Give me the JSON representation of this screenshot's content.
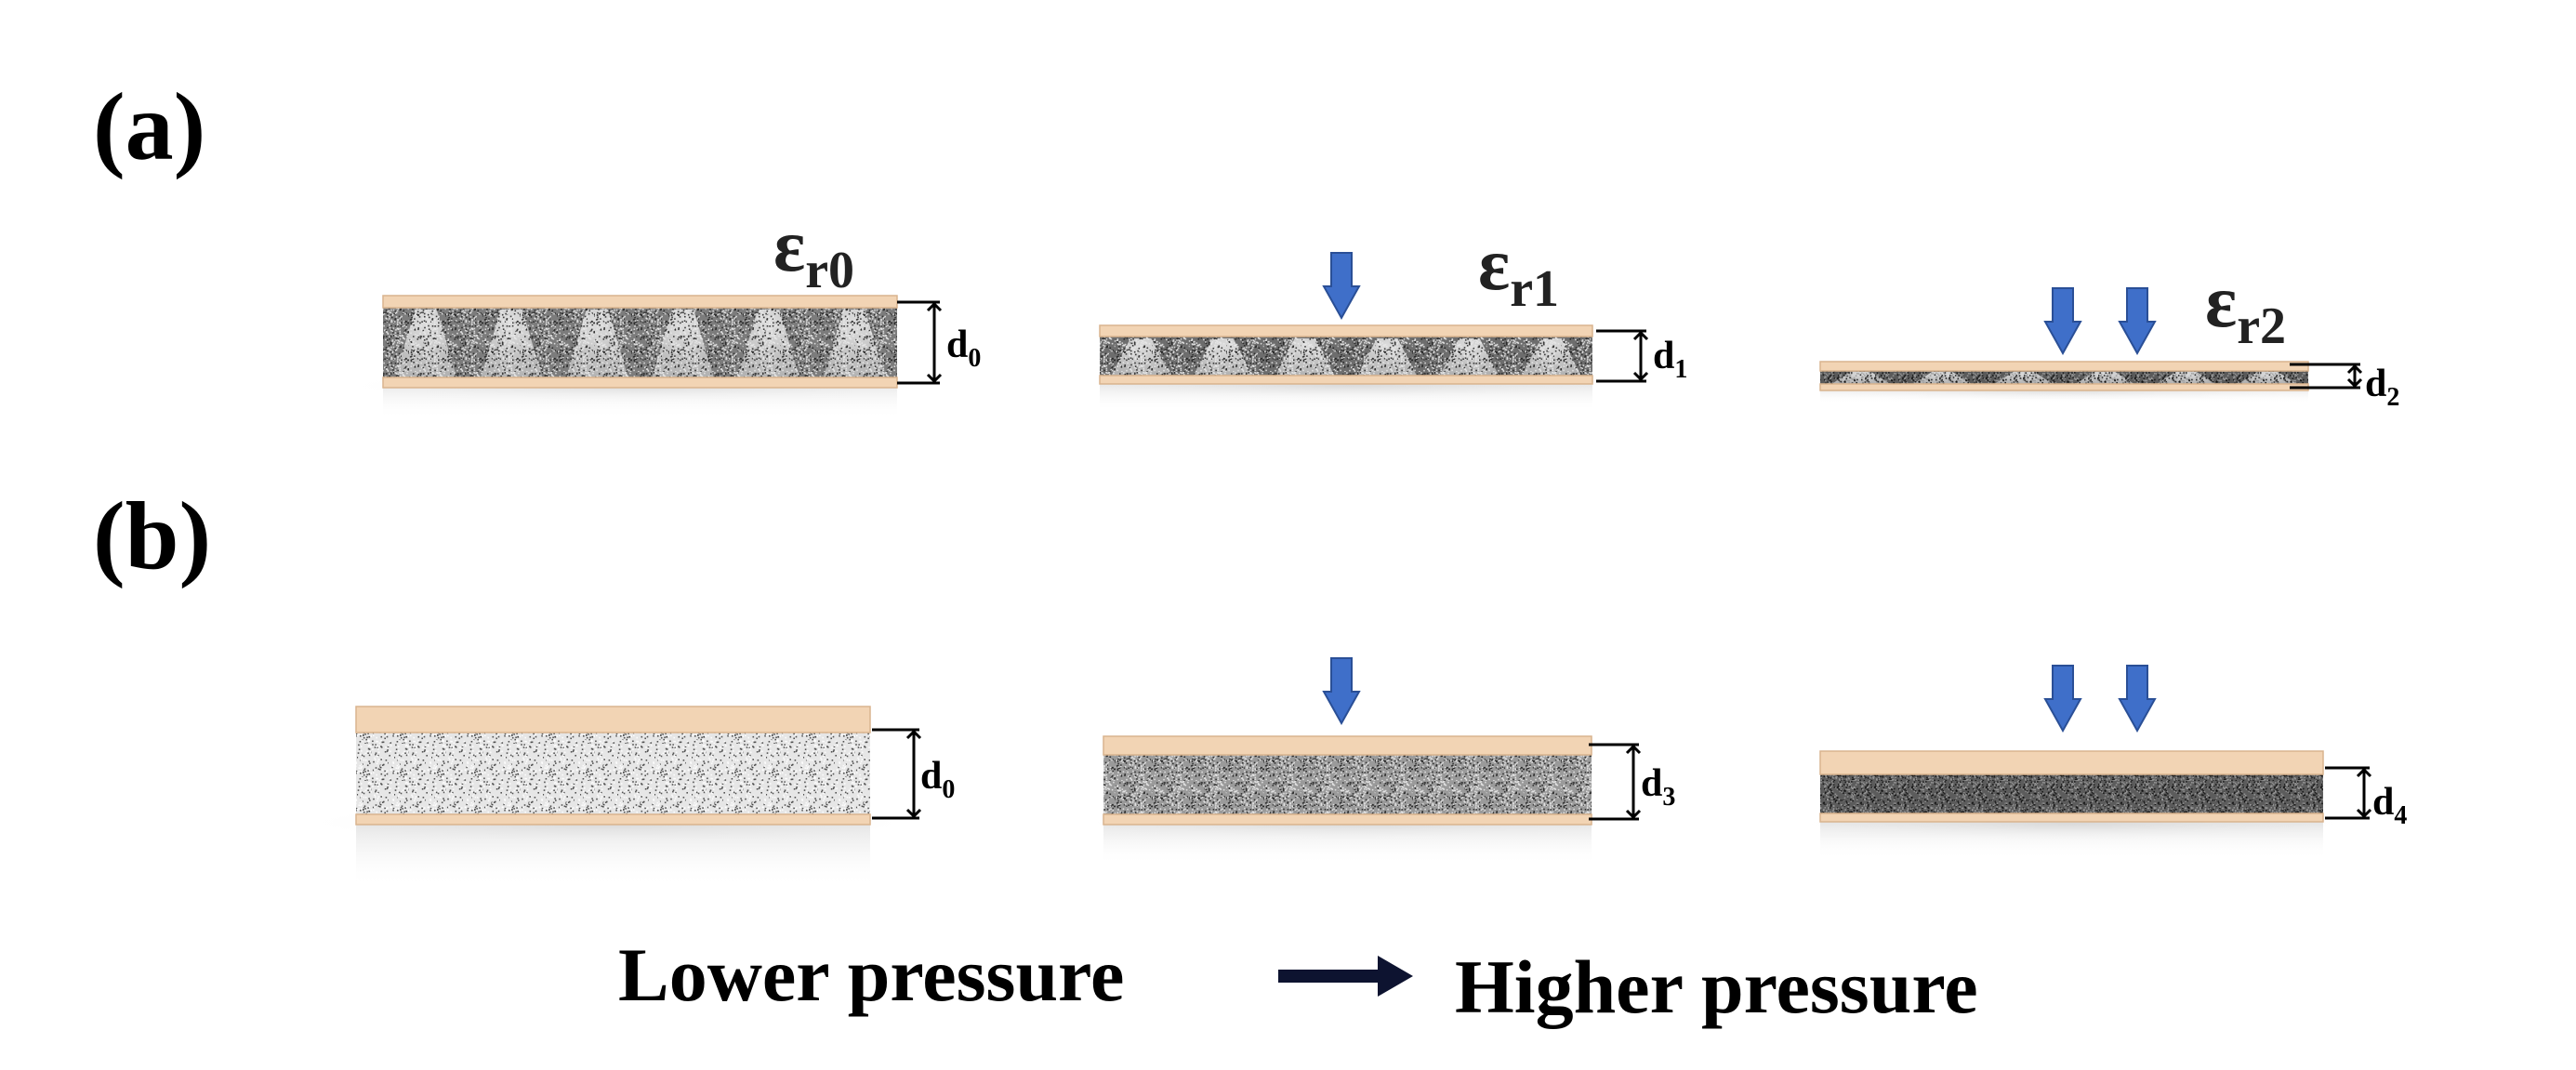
{
  "panels": {
    "a": {
      "label": "(a)"
    },
    "b": {
      "label": "(b)"
    }
  },
  "permittivity": {
    "eps0": {
      "symbol": "ε",
      "subscript": "r0"
    },
    "eps1": {
      "symbol": "ε",
      "subscript": "r1"
    },
    "eps2": {
      "symbol": "ε",
      "subscript": "r2"
    }
  },
  "thickness": {
    "a0": {
      "letter": "d",
      "subscript": "0"
    },
    "a1": {
      "letter": "d",
      "subscript": "1"
    },
    "a2": {
      "letter": "d",
      "subscript": "2"
    },
    "b0": {
      "letter": "d",
      "subscript": "0"
    },
    "b3": {
      "letter": "d",
      "subscript": "3"
    },
    "b4": {
      "letter": "d",
      "subscript": "4"
    }
  },
  "caption": {
    "lower": "Lower pressure",
    "higher": "Higher pressure"
  },
  "colors": {
    "electrode": "#f2d4b4",
    "electrode_edge": "#d9b48e",
    "pressure_arrow": "#3f6fc9",
    "pressure_arrow_edge": "#2a4f96",
    "caption_arrow": "#0d1330"
  }
}
